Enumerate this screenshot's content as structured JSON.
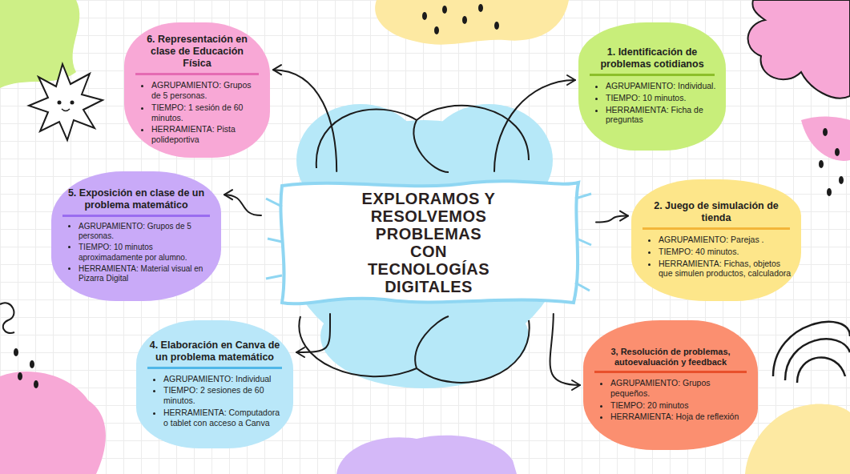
{
  "diagram": {
    "nodes": [
      {
        "text": [
          "EXPLORAMOS Y RESOLVEMOS PROBLEMAS CON TECNOLOGÍAS DIGITALES"
        ]
      },
      {
        "text": [
          "1. Identificación de problemas cotidianos",
          "AGRUPAMIENTO: Individual.",
          "TIEMPO: 10 minutos.",
          "HERRAMIENTA: Ficha de preguntas"
        ]
      },
      {
        "text": [
          "2. Juego de simulación de tienda",
          "AGRUPAMIENTO: Parejas .",
          "TIEMPO: 40 minutos.",
          "HERRAMIENTA: Fichas, objetos que simulen productos, calculadora"
        ]
      },
      {
        "text": [
          "3, Resolución de problemas, autoevaluación y feedback",
          "AGRUPAMIENTO: Grupos pequeños.",
          "TIEMPO: 20 minutos",
          "HERRAMIENTA: Hoja de reflexión"
        ]
      },
      {
        "text": [
          "4. Elaboración en Canva de un problema matemático",
          "AGRUPAMIENTO: Individual",
          "TIEMPO: 2 sesiones de 60 minutos.",
          "HERRAMIENTA: Computadora o tablet con acceso a Canva"
        ]
      },
      {
        "text": [
          "5. Exposición en clase de un problema matemático",
          "AGRUPAMIENTO: Grupos de 5 personas.",
          "TIEMPO: 10 minutos aproximadamente por alumno.",
          "HERRAMIENTA: Material visual en Pizarra Digital"
        ]
      },
      {
        "text": [
          "6. Representación en clase de Educación Física",
          "AGRUPAMIENTO: Grupos de 5 personas.",
          "TIEMPO: 1 sesión de 60 minutos.",
          "HERRAMIENTA: Pista polideportiva"
        ]
      }
    ],
    "edges": [
      {
        "from": 0,
        "to": 1,
        "arrow": "to"
      },
      {
        "from": 0,
        "to": 2,
        "arrow": "to"
      },
      {
        "from": 0,
        "to": 3,
        "arrow": "to"
      },
      {
        "from": 0,
        "to": 4,
        "arrow": "to"
      },
      {
        "from": 0,
        "to": 5,
        "arrow": "to"
      },
      {
        "from": 0,
        "to": 6,
        "arrow": "to"
      }
    ]
  }
}
